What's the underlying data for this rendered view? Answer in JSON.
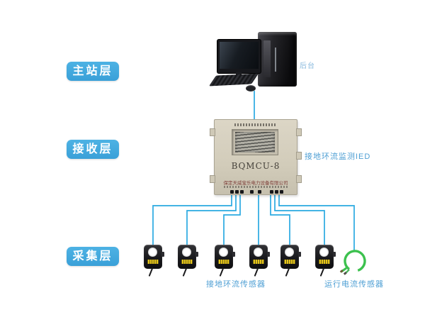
{
  "layers": [
    {
      "id": "main-station",
      "label": "主站层"
    },
    {
      "id": "receiving",
      "label": "接收层"
    },
    {
      "id": "collection",
      "label": "采集层"
    }
  ],
  "backend": {
    "label": "后台"
  },
  "ied": {
    "model": "BQMCU-8",
    "side_label": "接地环流监测IED",
    "company": "保定天威宝乐电力设备有限公司"
  },
  "sensors": {
    "ground": {
      "label": "接地环流传感器",
      "count": 6
    },
    "running": {
      "label": "运行电流传感器",
      "count": 1
    }
  },
  "colors": {
    "badge_blue": "#3aa0d8",
    "wire_blue": "#2aa9e1",
    "label_blue": "#4e9fd4",
    "device_beige": "#d2ccba",
    "sensor_black": "#19191c",
    "sensor_yellow": "#e6c51a",
    "coil_green": "#3cc14e",
    "company_red": "#7d3b36"
  }
}
